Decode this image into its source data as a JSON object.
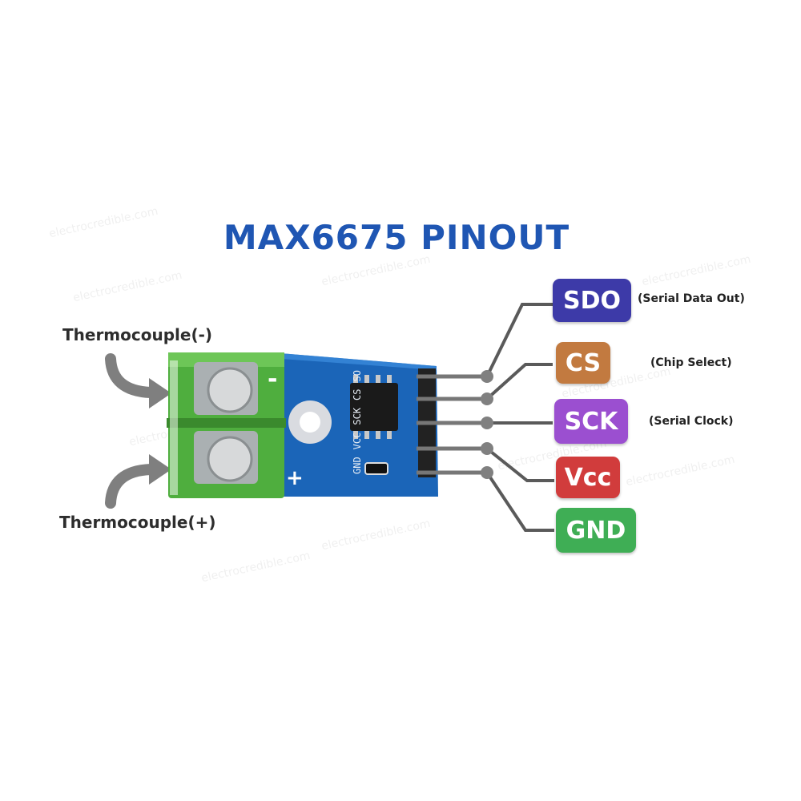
{
  "title": "MAX6675 PINOUT",
  "thermocouple": {
    "negative_label": "Thermocouple(-)",
    "positive_label": "Thermocouple(+)"
  },
  "board": {
    "terminal_minus": "-",
    "terminal_plus": "+",
    "silk_pins": [
      "GND",
      "VCC",
      "SCK",
      "CS",
      "SO"
    ],
    "color": "#1e73c8",
    "terminal_color": "#4fae3e"
  },
  "pins": [
    {
      "label": "SDO",
      "description": "(Serial Data Out)",
      "color": "#3d3aa8"
    },
    {
      "label": "CS",
      "description": "(Chip Select)",
      "color": "#c27a40"
    },
    {
      "label": "SCK",
      "description": "(Serial Clock)",
      "color": "#9b4fd0"
    },
    {
      "label": "Vcc",
      "description": "",
      "color": "#d13c3c"
    },
    {
      "label": "GND",
      "description": "",
      "color": "#3fae55"
    }
  ],
  "watermark": "electrocredible.com"
}
